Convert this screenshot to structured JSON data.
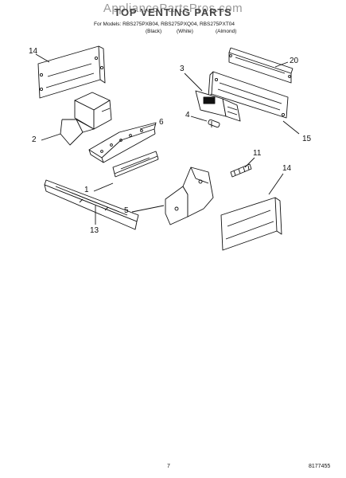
{
  "header": {
    "watermark": "AppliancePartsPros.com",
    "title": "TOP VENTING PARTS",
    "models_label": "For Models: RBS275PXB04, RBS275PXQ04, RBS275PXT04",
    "variants": [
      "(Black)",
      "(White)",
      "(Almond)"
    ]
  },
  "callouts": [
    "14",
    "20",
    "3",
    "4",
    "15",
    "6",
    "2",
    "11",
    "14",
    "1",
    "5",
    "13"
  ],
  "footer": {
    "page_number": "7",
    "document_code": "8177455"
  },
  "colors": {
    "line": "#111111",
    "watermark": "#9a9a9a"
  }
}
